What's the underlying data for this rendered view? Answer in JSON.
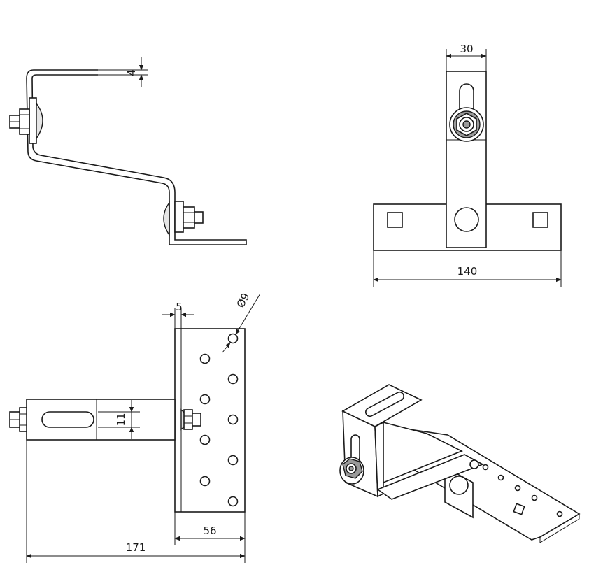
{
  "dimensions": {
    "side_thickness": "4",
    "top_width": "30",
    "top_base_length": "140",
    "front_offset": "5",
    "front_hole_diameter": "Ø9",
    "front_slot_width": "11",
    "front_plate_width": "56",
    "front_total_length": "171"
  }
}
